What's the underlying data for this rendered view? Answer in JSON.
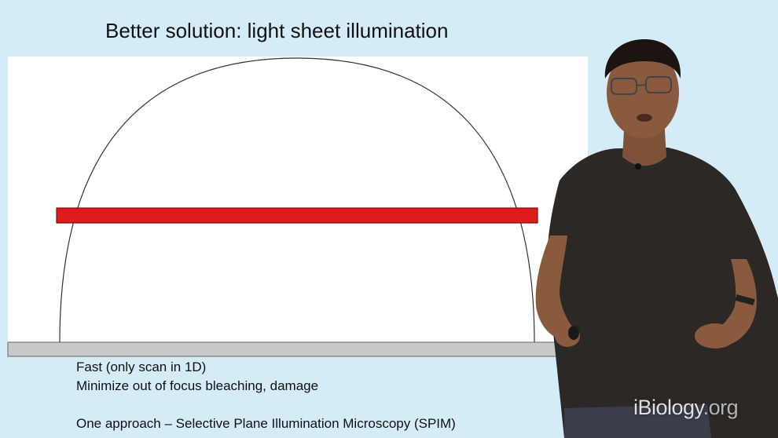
{
  "slide": {
    "title": "Better solution: light sheet illumination"
  },
  "bullets": {
    "line1": "Fast (only scan in 1D)",
    "line2": "Minimize out of focus bleaching, damage",
    "line3": "One approach –  Selective Plane Illumination Microscopy (SPIM)"
  },
  "watermark": {
    "brand": "iBiology",
    "suffix": ".org"
  },
  "colors": {
    "background": "#d4ecf8",
    "light_sheet": "#e0191c",
    "coverslip": "#c8c8c8"
  }
}
